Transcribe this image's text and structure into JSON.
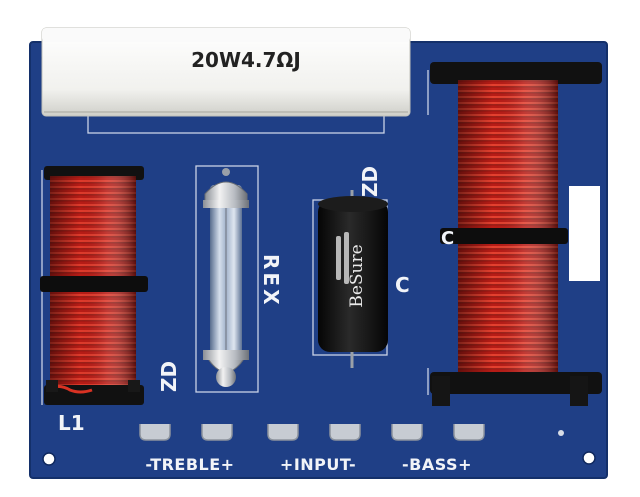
{
  "board": {
    "pcb_color": "#1f3f86",
    "silkscreen_color": "#f2f4f8",
    "copper_wire_color": "#c8281e"
  },
  "resistor": {
    "marking": "20W4.7ΩJ"
  },
  "labels": {
    "l1": "L1",
    "zd_left": "ZD",
    "zd_cap": "ZD",
    "rex": "REX",
    "cap_c": "C",
    "coil_c": "C"
  },
  "capacitor": {
    "brand": "BeSure"
  },
  "terminals": {
    "treble": "-TREBLE+",
    "input": "+INPUT-",
    "bass": "-BASS+"
  }
}
